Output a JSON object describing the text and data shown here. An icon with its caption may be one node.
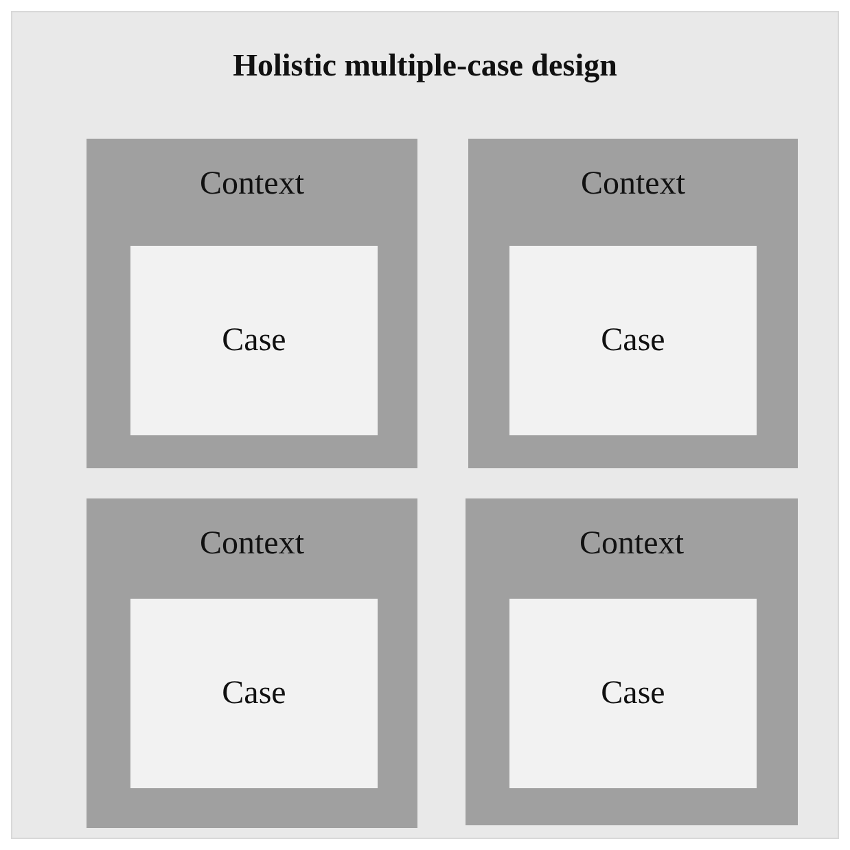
{
  "diagram": {
    "nodes": [
      {
        "text": [
          "Holistic multiple-case design"
        ]
      },
      {
        "text": [
          "Context"
        ],
        "in": 0
      },
      {
        "text": [
          "Case"
        ],
        "in": 1
      },
      {
        "text": [
          "Context"
        ],
        "in": 0
      },
      {
        "text": [
          "Case"
        ],
        "in": 3
      },
      {
        "text": [
          "Context"
        ],
        "in": 0
      },
      {
        "text": [
          "Case"
        ],
        "in": 5
      },
      {
        "text": [
          "Context"
        ],
        "in": 0
      },
      {
        "text": [
          "Case"
        ],
        "in": 7
      }
    ],
    "edges": []
  }
}
